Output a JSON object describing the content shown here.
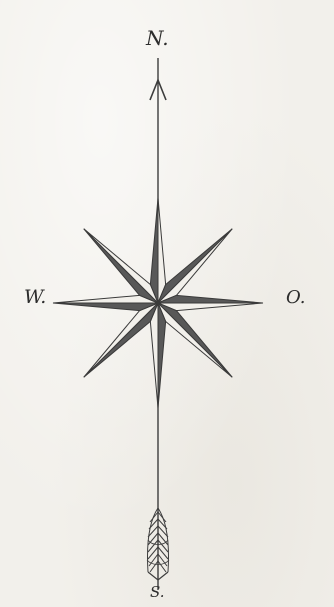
{
  "compass": {
    "north_label": "N.",
    "west_label": "W.",
    "east_label": "O.",
    "south_label": "S."
  },
  "style": {
    "ink": "#3a3a3a",
    "ink_dark": "#585858",
    "paper": "#f2f0eb"
  },
  "icons": {
    "rose": "eight-point-compass-rose",
    "arrow": "fletched-arrow"
  }
}
